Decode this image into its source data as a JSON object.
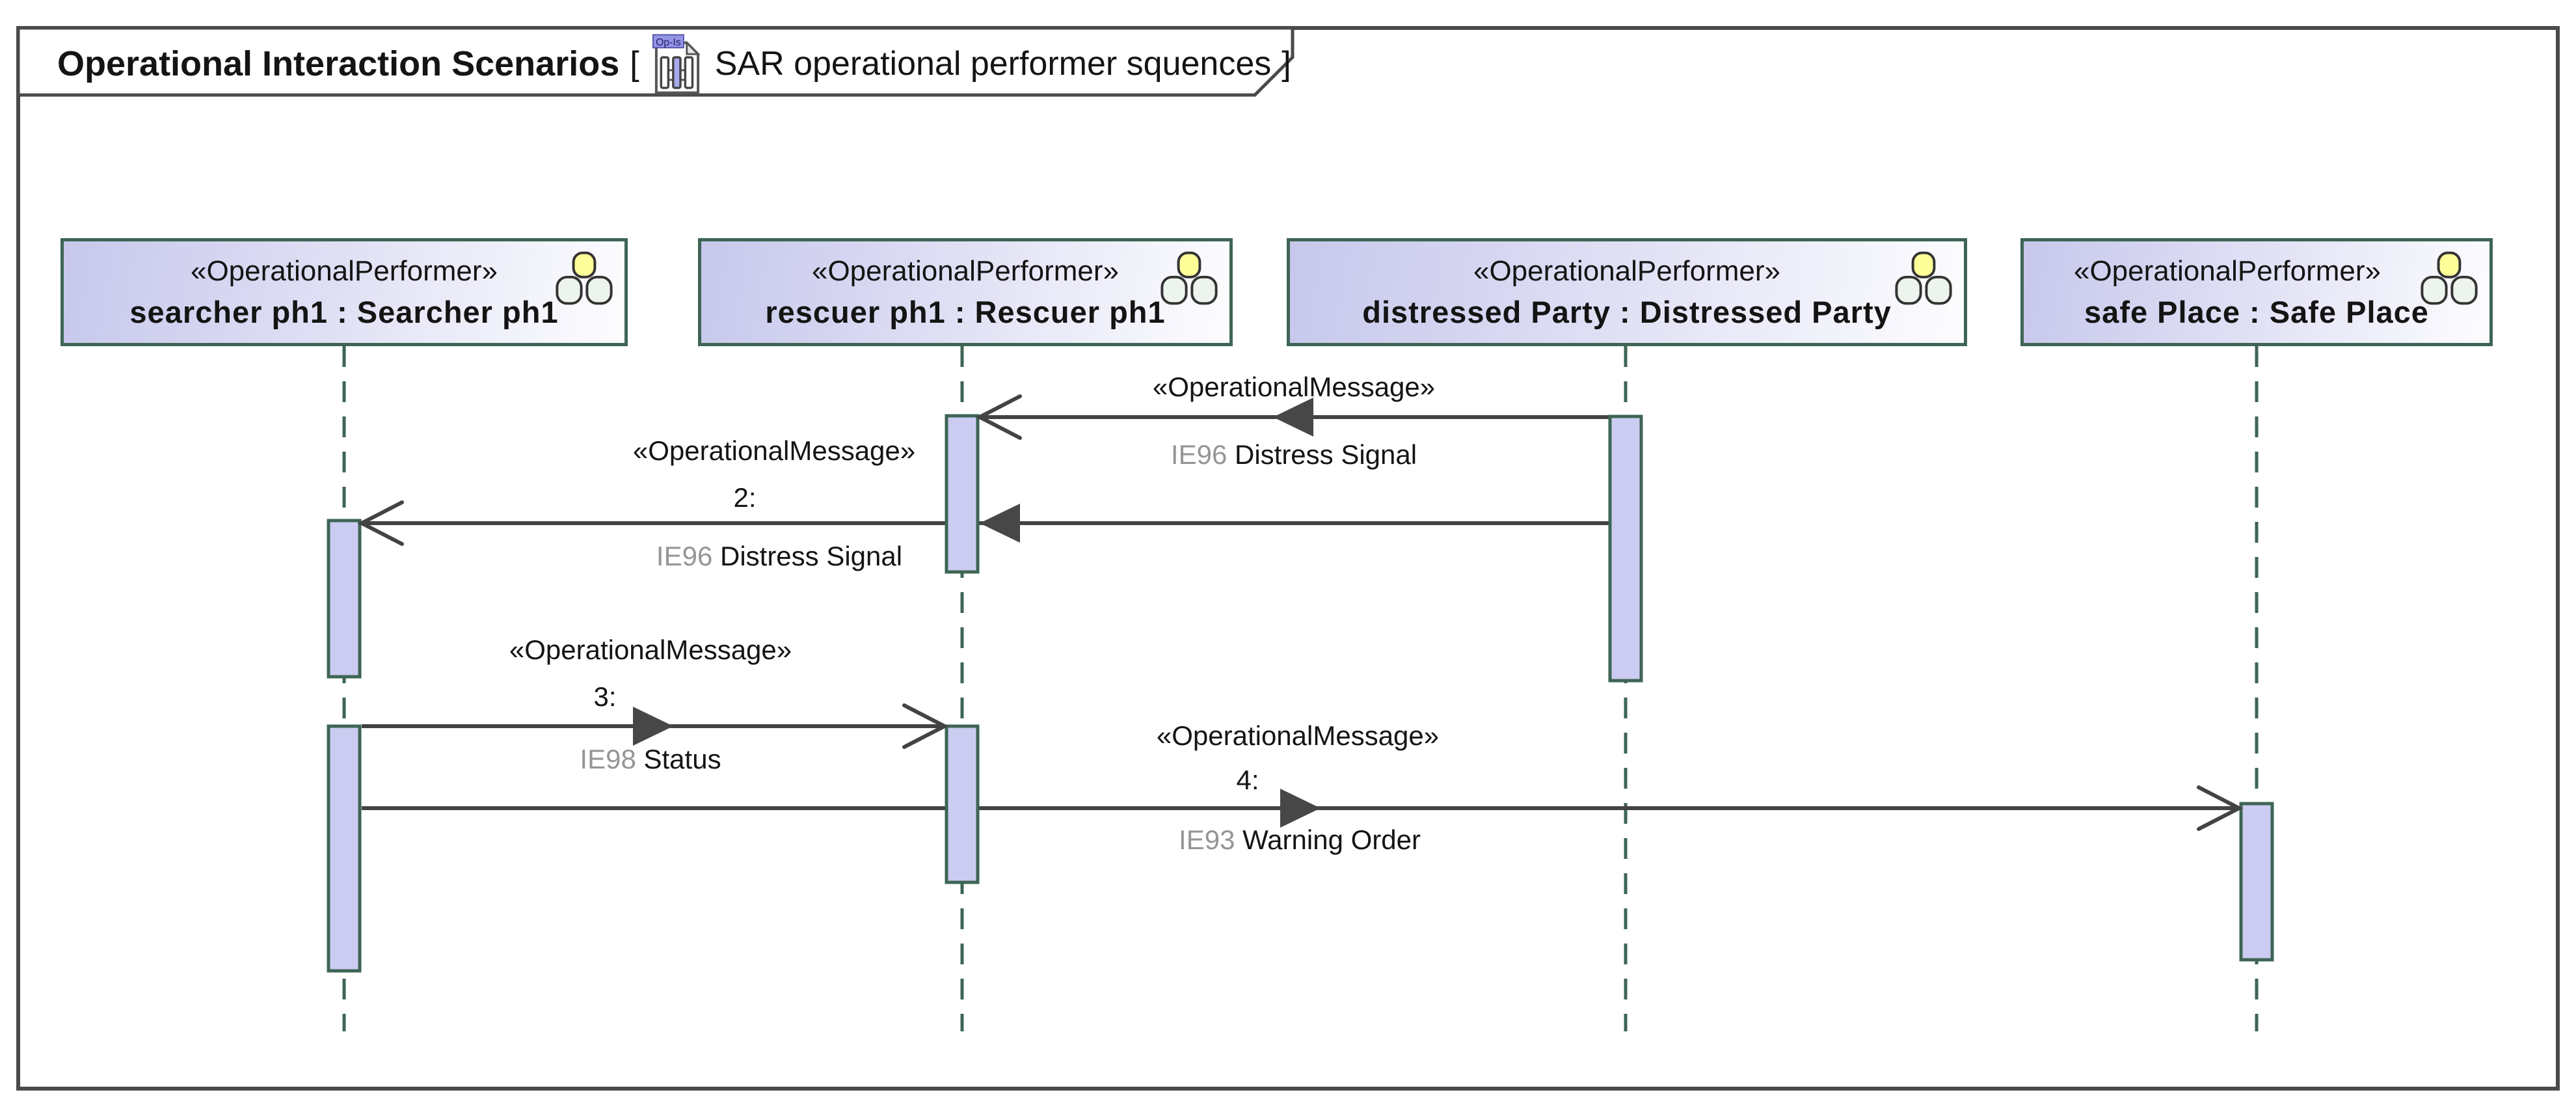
{
  "diagram": {
    "title": "Operational Interaction Scenarios",
    "bracket_open": "[",
    "bracket_close": "]",
    "subtitle": "SAR operational performer squences",
    "icon_label": "Op-Is"
  },
  "lifelines": [
    {
      "stereotype": "«OperationalPerformer»",
      "name": "searcher ph1 : Searcher ph1"
    },
    {
      "stereotype": "«OperationalPerformer»",
      "name": "rescuer ph1 : Rescuer ph1"
    },
    {
      "stereotype": "«OperationalPerformer»",
      "name": "distressed Party : Distressed Party"
    },
    {
      "stereotype": "«OperationalPerformer»",
      "name": "safe Place : Safe Place"
    }
  ],
  "messages": [
    {
      "stereotype": "«OperationalMessage»",
      "number": "",
      "tag": "IE96",
      "name": "Distress Signal",
      "from": "distressed Party : Distressed Party",
      "to": "rescuer ph1 : Rescuer ph1"
    },
    {
      "stereotype": "«OperationalMessage»",
      "number": "2:",
      "tag": "IE96",
      "name": "Distress Signal",
      "from": "distressed Party : Distressed Party",
      "to": "searcher ph1 : Searcher ph1"
    },
    {
      "stereotype": "«OperationalMessage»",
      "number": "3:",
      "tag": "IE98",
      "name": "Status",
      "from": "searcher ph1 : Searcher ph1",
      "to": "rescuer ph1 : Rescuer ph1"
    },
    {
      "stereotype": "«OperationalMessage»",
      "number": "4:",
      "tag": "IE93",
      "name": "Warning Order",
      "from": "searcher ph1 : Searcher ph1",
      "to": "safe Place : Safe Place"
    }
  ],
  "colors": {
    "lifeline_green": "#3e6554",
    "activation_fill": "#ccccf2",
    "head_gradient_start": "#c7c7ec",
    "message_gray": "#434343",
    "frame_gray": "#4a4a4a",
    "tag_gray": "#959595",
    "icon_band_purple": "#9595e8",
    "icon_bead_yellow": "#ffff99"
  }
}
